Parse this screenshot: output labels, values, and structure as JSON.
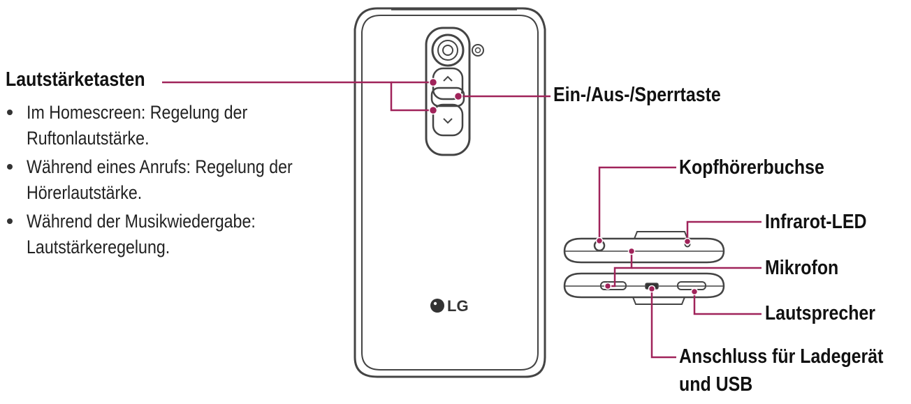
{
  "labels": {
    "volume_keys": "Lautstärketasten",
    "power_key": "Ein-/Aus-/Sperrtaste",
    "headphone_jack": "Kopfhörerbuchse",
    "infrared_led": "Infrarot-LED",
    "microphone": "Mikrofon",
    "speaker": "Lautsprecher",
    "charger_port_line1": "Anschluss für Ladegerät",
    "charger_port_line2": "und USB"
  },
  "volume_bullets": [
    "Im Homescreen: Regelung der Ruftonlautstärke.",
    "Während eines Anrufs: Regelung der Hörerlautstärke.",
    "Während der Musikwiedergabe: Lautstärkeregelung."
  ],
  "phone": {
    "brand": "LG"
  },
  "colors": {
    "leader_line": "#a0235a",
    "outline": "#444444",
    "text": "#1a1a1a"
  }
}
